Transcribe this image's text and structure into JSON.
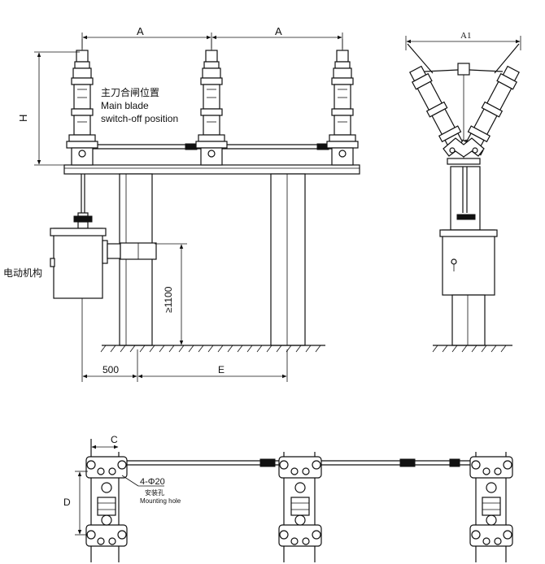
{
  "dimensions": {
    "a_left": "A",
    "a_right": "A",
    "a1": "A1",
    "h": "H",
    "height_1100": "≥1100",
    "d500": "500",
    "e": "E",
    "c": "C",
    "d": "D"
  },
  "labels": {
    "main_blade_cn": "主刀合闸位置",
    "main_blade_en_1": "Main blade",
    "main_blade_en_2": "switch-off position",
    "motor_mechanism_cn": "电动机构",
    "mounting_holes_spec": "4-Φ20",
    "mounting_holes_cn": "安装孔",
    "mounting_holes_en": "Mounting hole"
  }
}
